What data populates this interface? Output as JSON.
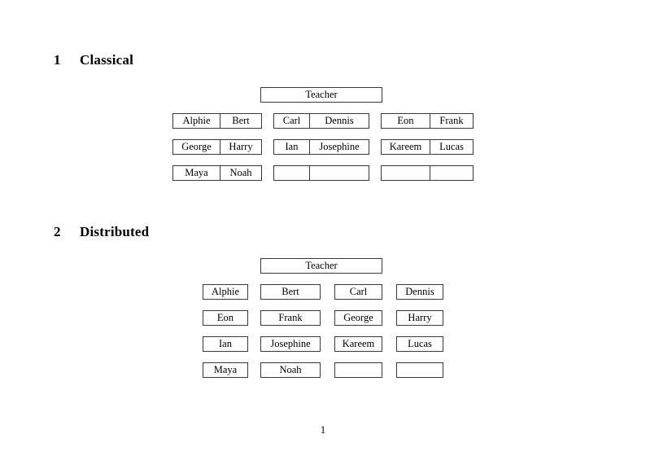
{
  "document": {
    "page_number": "1"
  },
  "sections": [
    {
      "number": "1",
      "title": "Classical",
      "teacher_label": "Teacher",
      "groups": [
        {
          "rows": [
            {
              "left": "Alphie",
              "right": "Bert"
            },
            {
              "left": "George",
              "right": "Harry"
            },
            {
              "left": "Maya",
              "right": "Noah"
            }
          ]
        },
        {
          "rows": [
            {
              "left": "Carl",
              "right": "Dennis"
            },
            {
              "left": "Ian",
              "right": "Josephine"
            },
            {
              "left": "",
              "right": ""
            }
          ]
        },
        {
          "rows": [
            {
              "left": "Eon",
              "right": "Frank"
            },
            {
              "left": "Kareem",
              "right": "Lucas"
            },
            {
              "left": "",
              "right": ""
            }
          ]
        }
      ]
    },
    {
      "number": "2",
      "title": "Distributed",
      "teacher_label": "Teacher",
      "rows": [
        [
          "Alphie",
          "Bert",
          "Carl",
          "Dennis"
        ],
        [
          "Eon",
          "Frank",
          "George",
          "Harry"
        ],
        [
          "Ian",
          "Josephine",
          "Kareem",
          "Lucas"
        ],
        [
          "Maya",
          "Noah",
          "",
          ""
        ]
      ]
    }
  ]
}
